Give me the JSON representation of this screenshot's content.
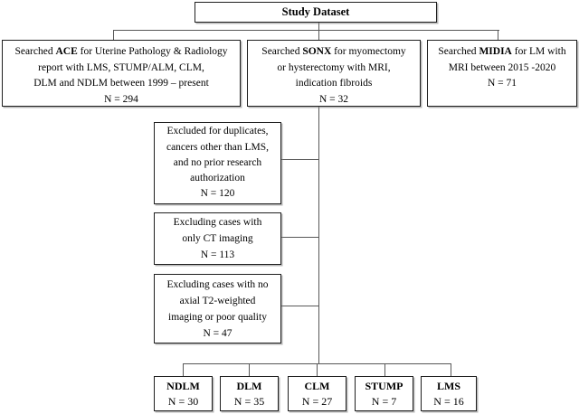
{
  "diagram": {
    "top_box": {
      "label": "Study Dataset"
    },
    "sources": [
      {
        "line1_pre": "Searched ",
        "line1_bold": "ACE",
        "line1_post": " for Uterine Pathology & Radiology",
        "line2": "report with LMS, STUMP/ALM, CLM,",
        "line3": "DLM and NDLM between 1999 – present",
        "n": "N = 294"
      },
      {
        "line1_pre": "Searched ",
        "line1_bold": "SONX",
        "line1_post": " for myomectomy",
        "line2": "or hysterectomy with MRI,",
        "line3": "indication fibroids",
        "n": "N = 32"
      },
      {
        "line1_pre": "Searched ",
        "line1_bold": "MIDIA",
        "line1_post": " for LM with",
        "line2": "MRI between 2015 -2020",
        "n": "N = 71"
      }
    ],
    "exclusions": [
      {
        "lines": [
          "Excluded for duplicates,",
          "cancers other than LMS,",
          "and no prior research",
          "authorization"
        ],
        "n": "N = 120"
      },
      {
        "lines": [
          "Excluding cases with",
          "only CT imaging"
        ],
        "n": "N = 113"
      },
      {
        "lines": [
          "Excluding cases with no",
          "axial T2-weighted",
          "imaging or poor quality"
        ],
        "n": "N = 47"
      }
    ],
    "outcomes": [
      {
        "label": "NDLM",
        "n": "N = 30"
      },
      {
        "label": "DLM",
        "n": "N = 35"
      },
      {
        "label": "CLM",
        "n": "N = 27"
      },
      {
        "label": "STUMP",
        "n": "N = 7"
      },
      {
        "label": "LMS",
        "n": "N = 16"
      }
    ],
    "colors": {
      "box_border": "#1f1f1f",
      "connector_line": "#585858",
      "background": "#ffffff",
      "text": "#000000"
    }
  }
}
